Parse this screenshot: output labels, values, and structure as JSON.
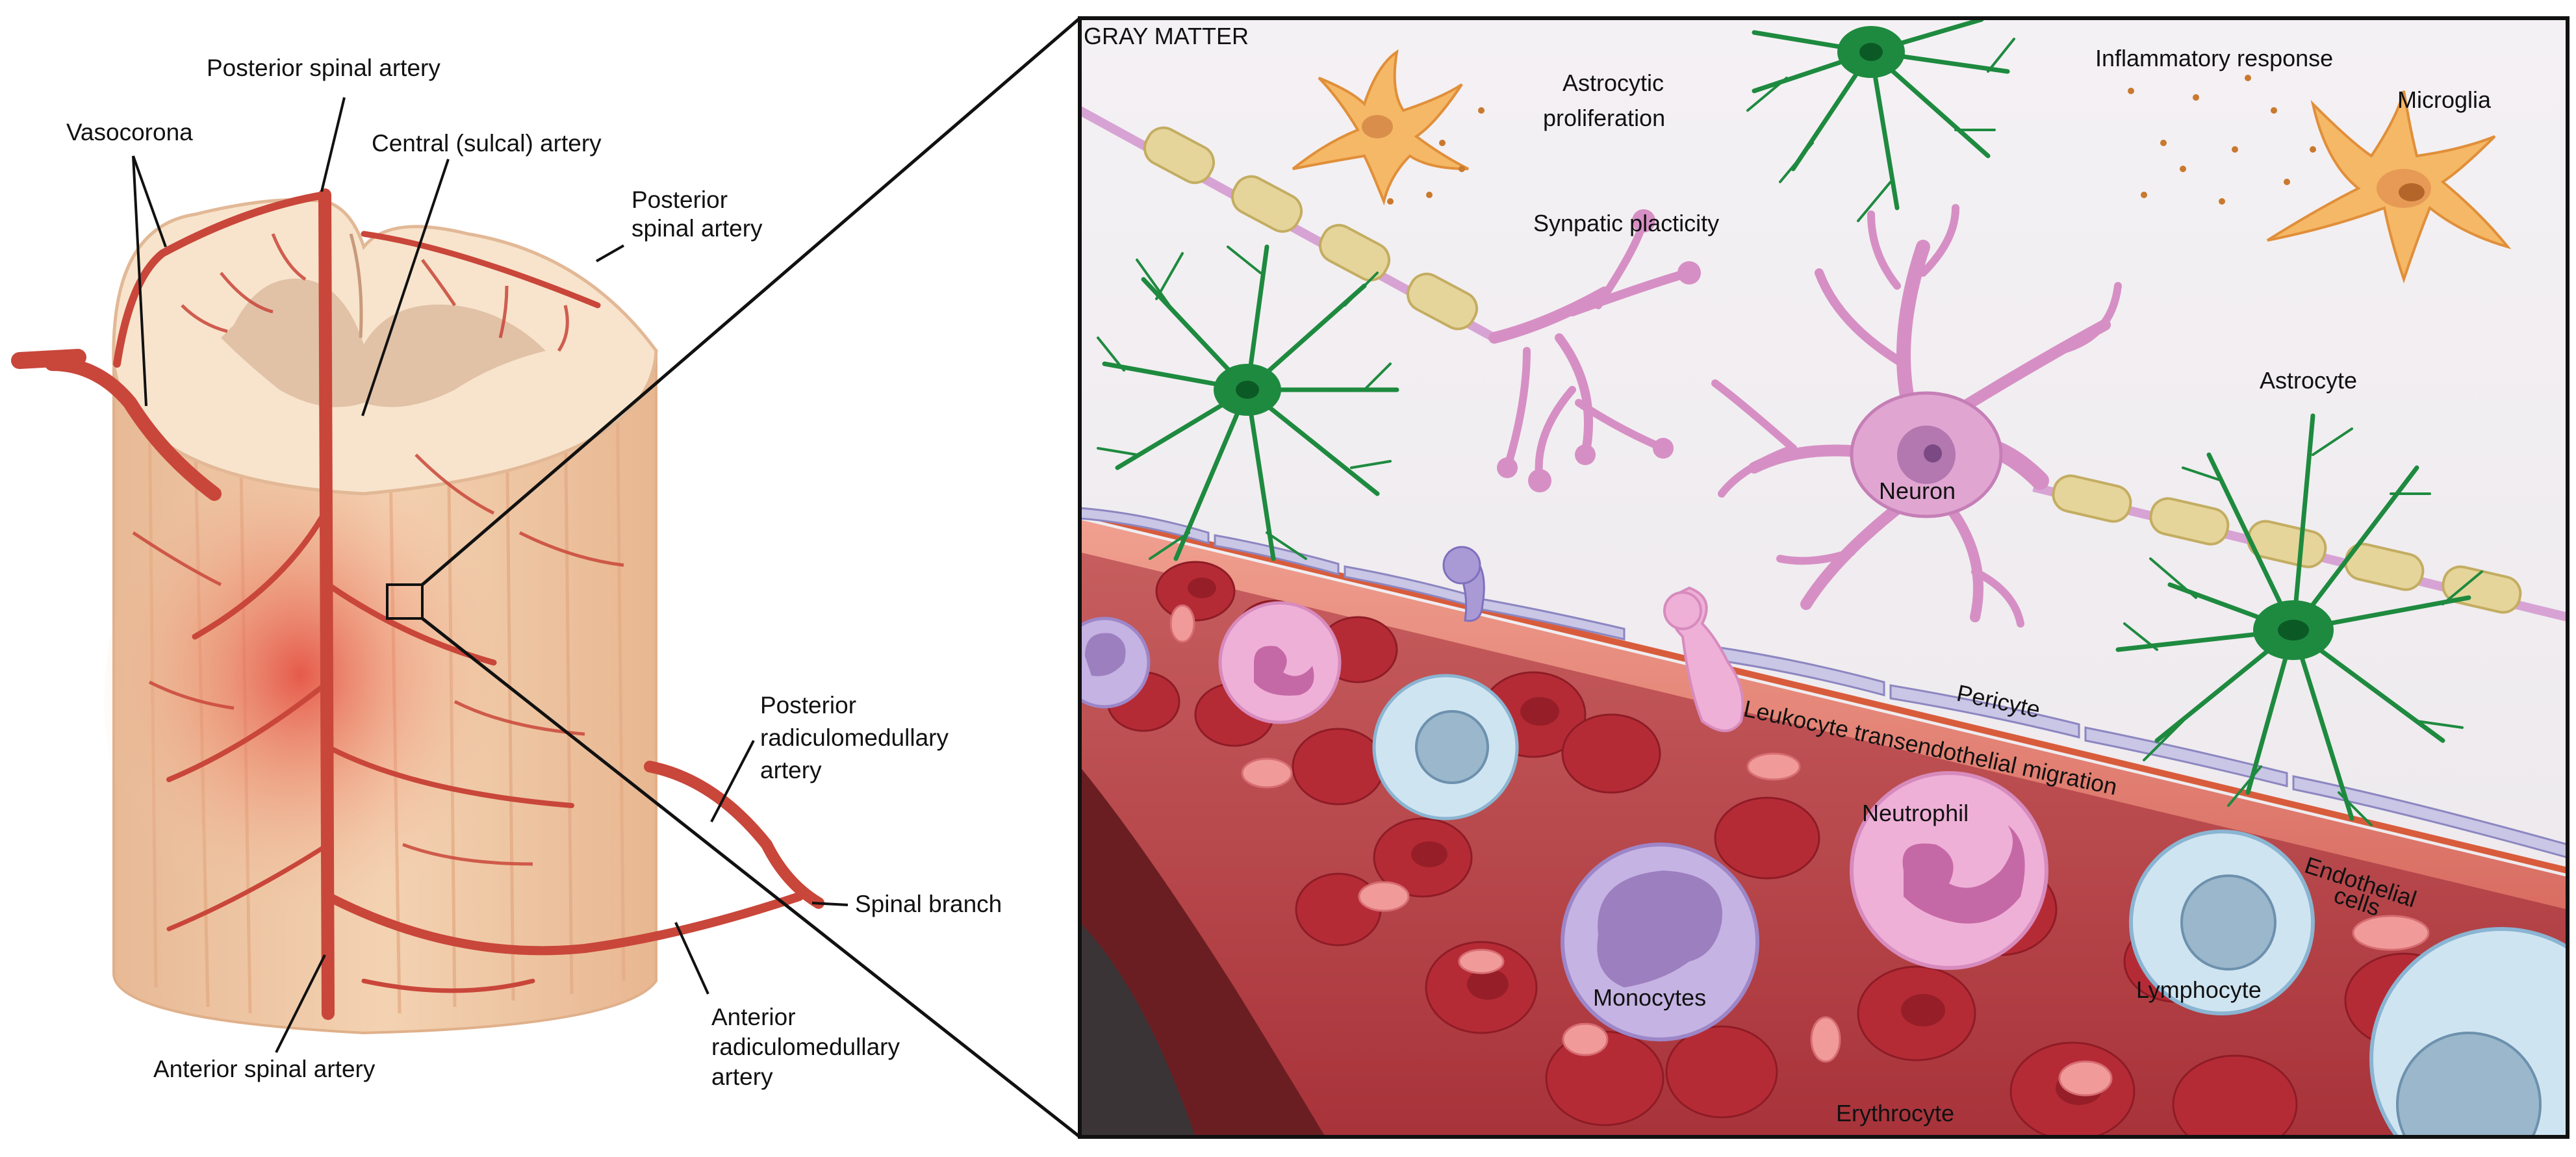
{
  "left_labels": {
    "posterior_spinal_artery_top": "Posterior spinal artery",
    "vasocorona": "Vasocorona",
    "central_sulcal_artery": "Central (sulcal) artery",
    "posterior_spinal_artery_right": [
      "Posterior",
      "spinal artery"
    ],
    "posterior_radiculomedullary_artery": [
      "Posterior",
      "radiculomedullary",
      "artery"
    ],
    "spinal_branch": "Spinal branch",
    "anterior_radiculomedullary_artery": [
      "Anterior",
      "radiculomedullary",
      "artery"
    ],
    "anterior_spinal_artery": "Anterior spinal artery"
  },
  "right_labels": {
    "gray_matter": "GRAY MATTER",
    "astrocytic_proliferation": [
      "Astrocytic",
      "proliferation"
    ],
    "inflammatory_response": "Inflammatory response",
    "microglia": "Microglia",
    "synaptic_plasticity": "Synpatic placticity",
    "neuron": "Neuron",
    "astrocyte": "Astrocyte",
    "pericyte": "Pericyte",
    "leukocyte_transendothelial_migration": "Leukocyte transendothelial migration",
    "endothelial_cells": [
      "Endothelial",
      "cells"
    ],
    "neutrophil": "Neutrophil",
    "monocytes": "Monocytes",
    "lymphocyte": "Lymphocyte",
    "erythrocyte": "Erythrocyte"
  },
  "colors": {
    "artery": "#c9463a",
    "cord_tissue": "#f6dcc0",
    "gray_matter_fill": "#d9b79b",
    "astrocyte_green": "#1e8a3f",
    "neuron_pink": "#d68fc4",
    "microglia_orange": "#f5b866",
    "erythrocyte_red": "#b52b35",
    "vessel_wall": "#e2877a",
    "neutrophil_fill": "#efb0d8",
    "monocyte_fill": "#c5b3e3",
    "lymphocyte_fill": "#cfe4f1",
    "myelin_gold": "#e6d59a"
  }
}
